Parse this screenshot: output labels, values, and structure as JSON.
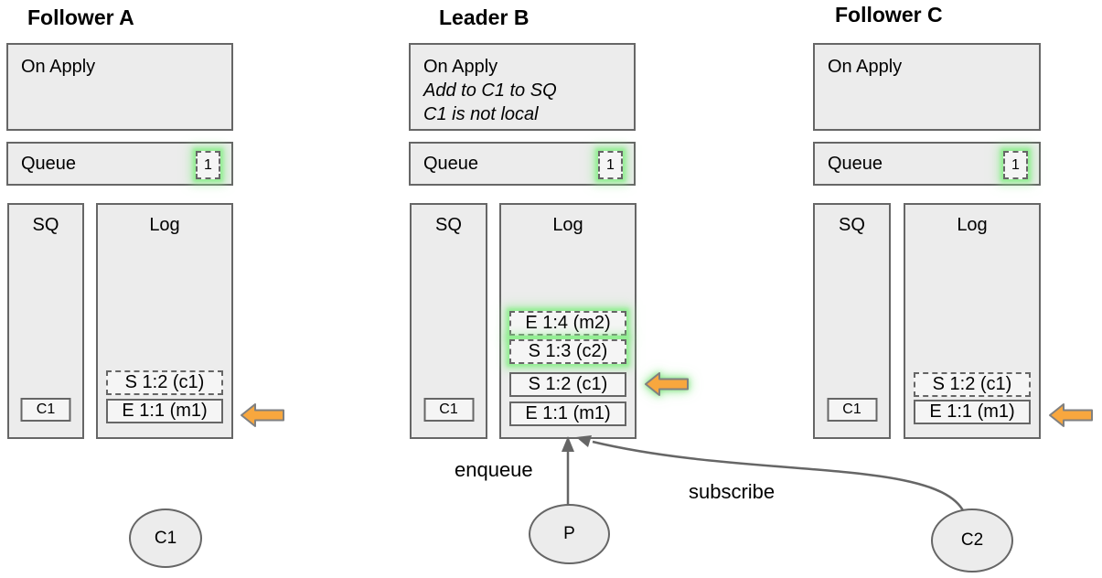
{
  "colors": {
    "box_fill": "#ececec",
    "inner_fill": "#f5f5f5",
    "box_border": "#666666",
    "glow_green": "#90ee90",
    "arrow_orange": "#f8a73e",
    "arrow_outline": "#808080",
    "connector": "#666666"
  },
  "nodes": {
    "follower_a": {
      "title": "Follower A",
      "on_apply": {
        "title": "On Apply"
      },
      "queue": {
        "label": "Queue",
        "count": "1"
      },
      "sq": {
        "label": "SQ",
        "item": "C1"
      },
      "log": {
        "label": "Log",
        "entries": [
          {
            "text": "S 1:2 (c1)"
          },
          {
            "text": "E 1:1 (m1)"
          }
        ]
      }
    },
    "leader_b": {
      "title": "Leader B",
      "on_apply": {
        "title": "On Apply",
        "note1": "Add to C1 to SQ",
        "note2": "C1 is not local"
      },
      "queue": {
        "label": "Queue",
        "count": "1"
      },
      "sq": {
        "label": "SQ",
        "item": "C1"
      },
      "log": {
        "label": "Log",
        "entries": [
          {
            "text": "E 1:4 (m2)"
          },
          {
            "text": "S 1:3 (c2)"
          },
          {
            "text": "S 1:2 (c1)"
          },
          {
            "text": "E 1:1 (m1)"
          }
        ]
      }
    },
    "follower_c": {
      "title": "Follower C",
      "on_apply": {
        "title": "On Apply"
      },
      "queue": {
        "label": "Queue",
        "count": "1"
      },
      "sq": {
        "label": "SQ",
        "item": "C1"
      },
      "log": {
        "label": "Log",
        "entries": [
          {
            "text": "S 1:2 (c1)"
          },
          {
            "text": "E 1:1 (m1)"
          }
        ]
      }
    }
  },
  "actors": {
    "c1": {
      "label": "C1"
    },
    "p": {
      "label": "P"
    },
    "c2": {
      "label": "C2"
    }
  },
  "edges": {
    "enqueue": {
      "label": "enqueue"
    },
    "subscribe": {
      "label": "subscribe"
    }
  }
}
